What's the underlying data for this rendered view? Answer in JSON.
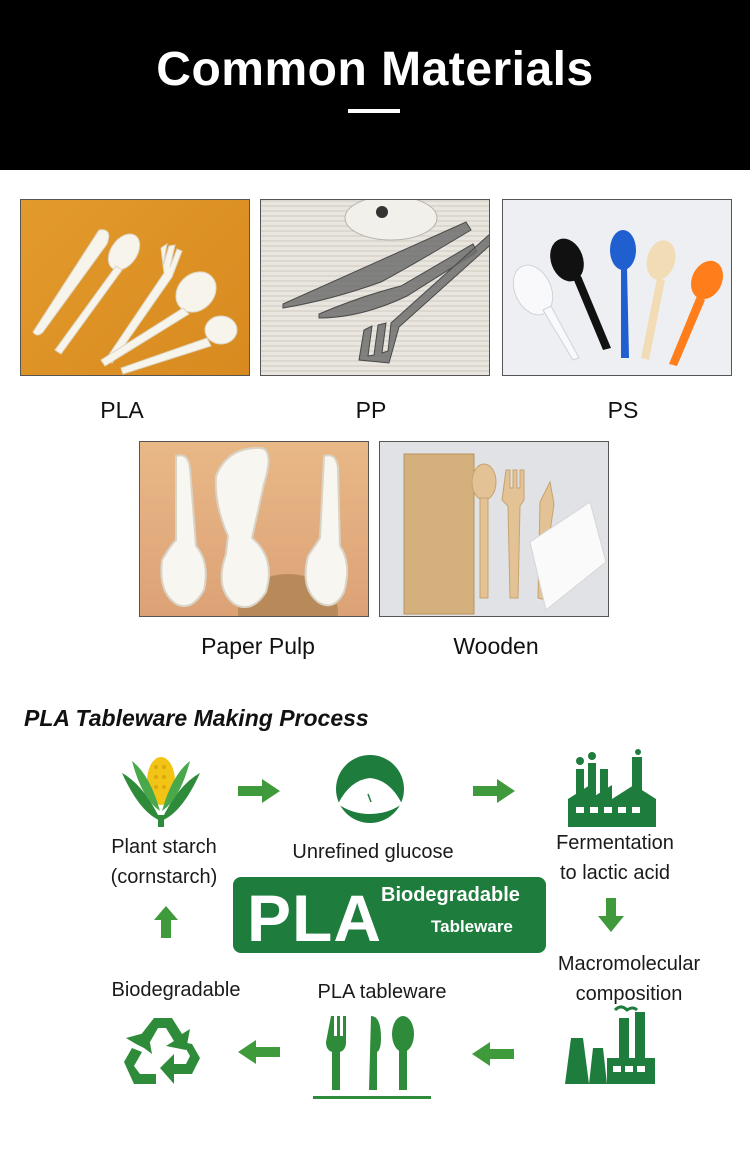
{
  "header": {
    "title": "Common Materials"
  },
  "materials": [
    {
      "label": "PLA"
    },
    {
      "label": "PP"
    },
    {
      "label": "PS"
    },
    {
      "label": "Paper Pulp"
    },
    {
      "label": "Wooden"
    }
  ],
  "process": {
    "title": "PLA Tableware Making Process",
    "steps": {
      "plant_starch_1": "Plant starch",
      "plant_starch_2": "(cornstarch)",
      "glucose": "Unrefined glucose",
      "fermentation_1": "Fermentation",
      "fermentation_2": "to lactic acid",
      "macro_1": "Macromolecular",
      "macro_2": "composition",
      "tableware": "PLA tableware",
      "biodegradable": "Biodegradable"
    },
    "badge": {
      "big": "PLA",
      "line1": "Biodegradable",
      "line2": "Tableware"
    }
  },
  "colors": {
    "green": "#1e7c3d",
    "arrow_green": "#3e9a3a",
    "header_bg": "#000000"
  }
}
